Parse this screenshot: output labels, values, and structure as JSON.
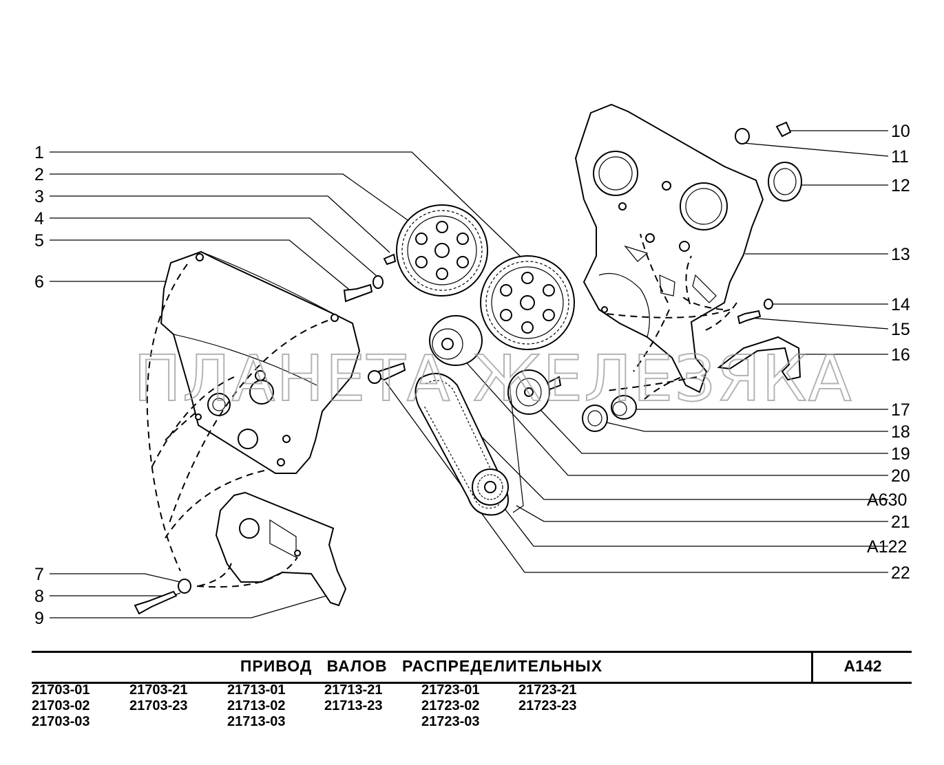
{
  "callouts": {
    "left": [
      "1",
      "2",
      "3",
      "4",
      "5",
      "6",
      "7",
      "8",
      "9"
    ],
    "right": [
      "10",
      "11",
      "12",
      "13",
      "14",
      "15",
      "16",
      "17",
      "18",
      "19",
      "20",
      "A630",
      "21",
      "A122",
      "22"
    ]
  },
  "watermark": "ПЛАНЕТА ЖЕЛЕЗЯКА",
  "title_block": {
    "title": "ПРИВОД ВАЛОВ РАСПРЕДЕЛИТЕЛЬНЫХ",
    "code": "А142"
  },
  "models": [
    [
      "21703-01",
      "21703-02",
      "21703-03"
    ],
    [
      "21703-21",
      "21703-23"
    ],
    [
      "21713-01",
      "21713-02",
      "21713-03"
    ],
    [
      "21713-21",
      "21713-23"
    ],
    [
      "21723-01",
      "21723-02",
      "21723-03"
    ],
    [
      "21723-21",
      "21723-23"
    ]
  ]
}
